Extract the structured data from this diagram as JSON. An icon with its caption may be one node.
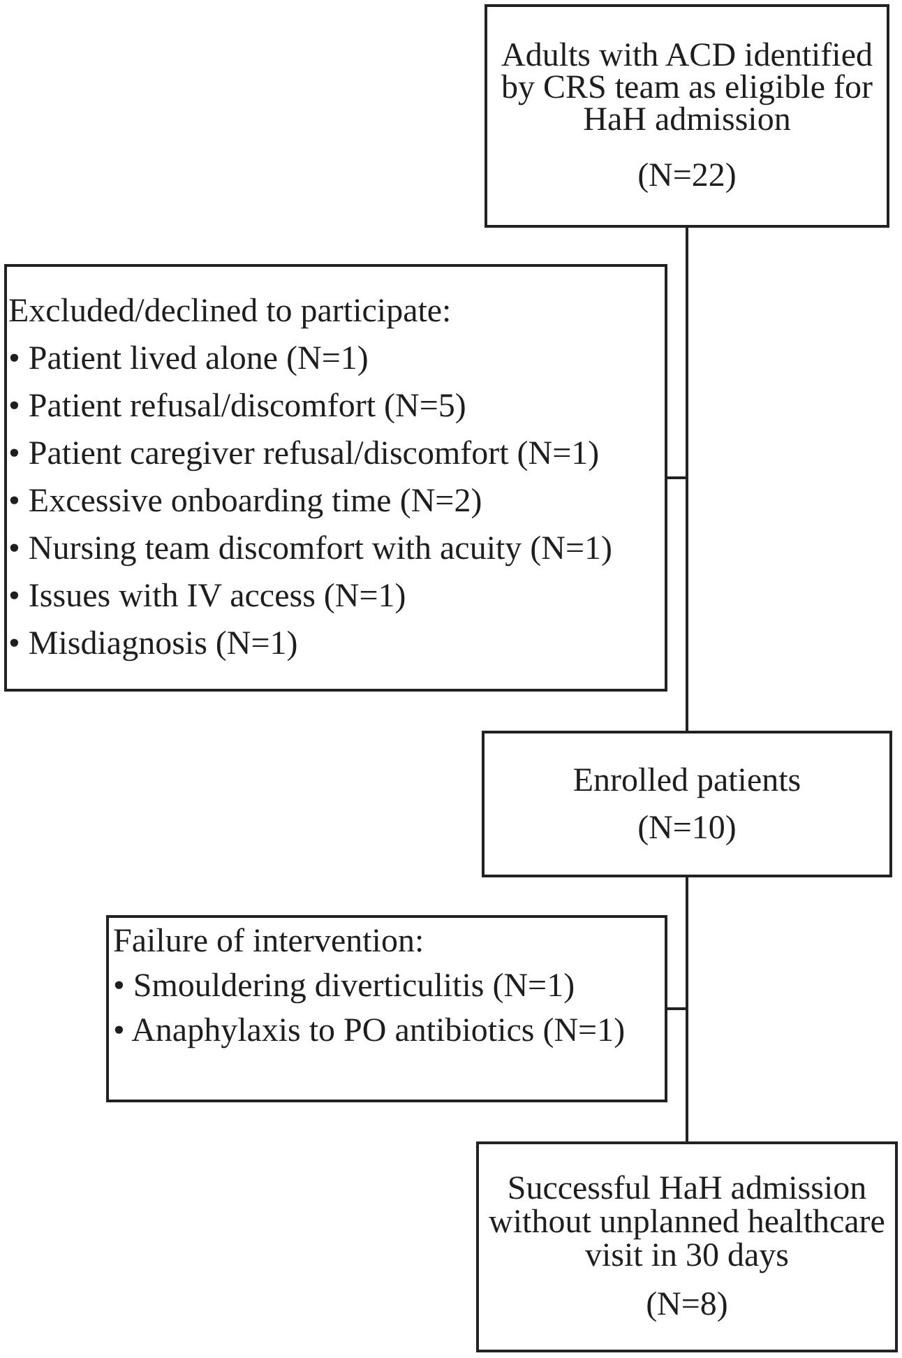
{
  "diagram": {
    "nodes": [
      {
        "text": [
          "Adults with ACD identified by CRS team as eligible for HaH admission",
          "(N=22)"
        ]
      },
      {
        "text": [
          "Excluded/declined to participate:",
          "• Patient lived alone (N=1)",
          "• Patient refusal/discomfort (N=5)",
          "• Patient caregiver refusal/discomfort (N=1)",
          "• Excessive onboarding time (N=2)",
          "• Nursing team discomfort with acuity (N=1)",
          "• Issues with IV access (N=1)",
          "• Misdiagnosis (N=1)"
        ]
      },
      {
        "text": [
          "Enrolled patients",
          "(N=10)"
        ]
      },
      {
        "text": [
          "Failure of intervention:",
          "• Smouldering diverticulitis (N=1)",
          "• Anaphylaxis to PO antibiotics (N=1)"
        ]
      },
      {
        "text": [
          "Successful HaH admission without unplanned healthcare visit in 30 days",
          "(N=8)"
        ]
      }
    ],
    "edges": [
      {
        "from": 0,
        "to": 2,
        "arrow": "none"
      },
      {
        "from": 0,
        "to": 1,
        "arrow": "none"
      },
      {
        "from": 2,
        "to": 4,
        "arrow": "none"
      },
      {
        "from": 2,
        "to": 3,
        "arrow": "none"
      }
    ]
  }
}
